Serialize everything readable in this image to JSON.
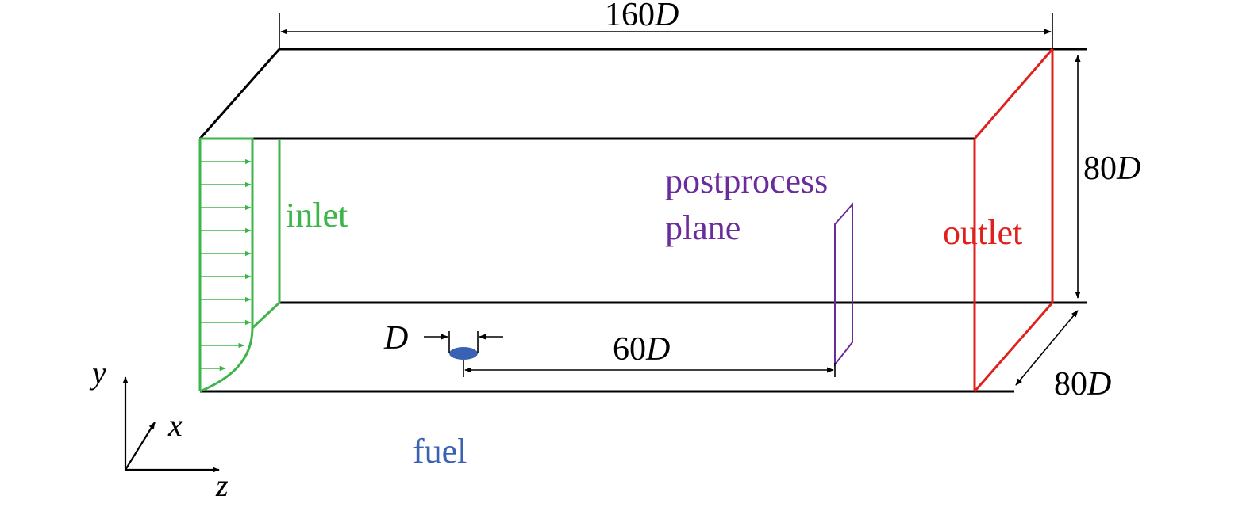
{
  "colors": {
    "edge": "#000000",
    "inlet": "#3db54a",
    "outlet": "#e0201c",
    "postprocess": "#6a2c9c",
    "fuel": "#3a62b4"
  },
  "dimensions": {
    "length_num": "160",
    "height_num": "80",
    "depth_num": "80",
    "fuel_dist_num": "60",
    "unit": "D",
    "fuel_diameter": "D"
  },
  "labels": {
    "inlet": "inlet",
    "outlet": "outlet",
    "postprocess_line1": "postprocess",
    "postprocess_line2": "plane",
    "fuel": "fuel"
  },
  "axes": {
    "y": "y",
    "x": "x",
    "z": "z"
  }
}
